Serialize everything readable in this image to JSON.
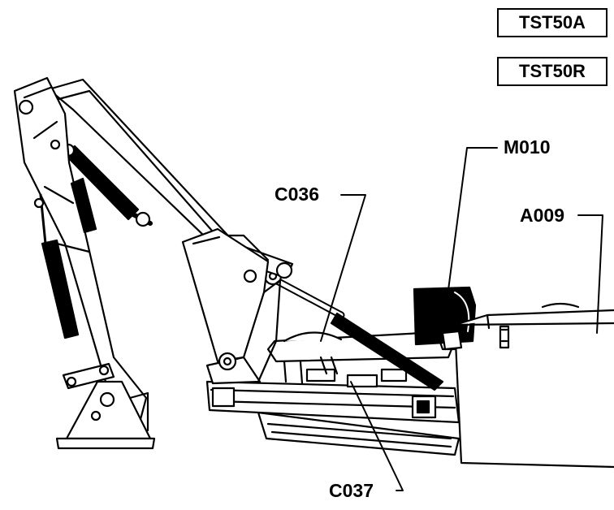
{
  "model_labels": [
    "TST50A",
    "TST50R"
  ],
  "callouts": {
    "m010": "M010",
    "c036": "C036",
    "a009": "A009",
    "c037": "C037"
  }
}
